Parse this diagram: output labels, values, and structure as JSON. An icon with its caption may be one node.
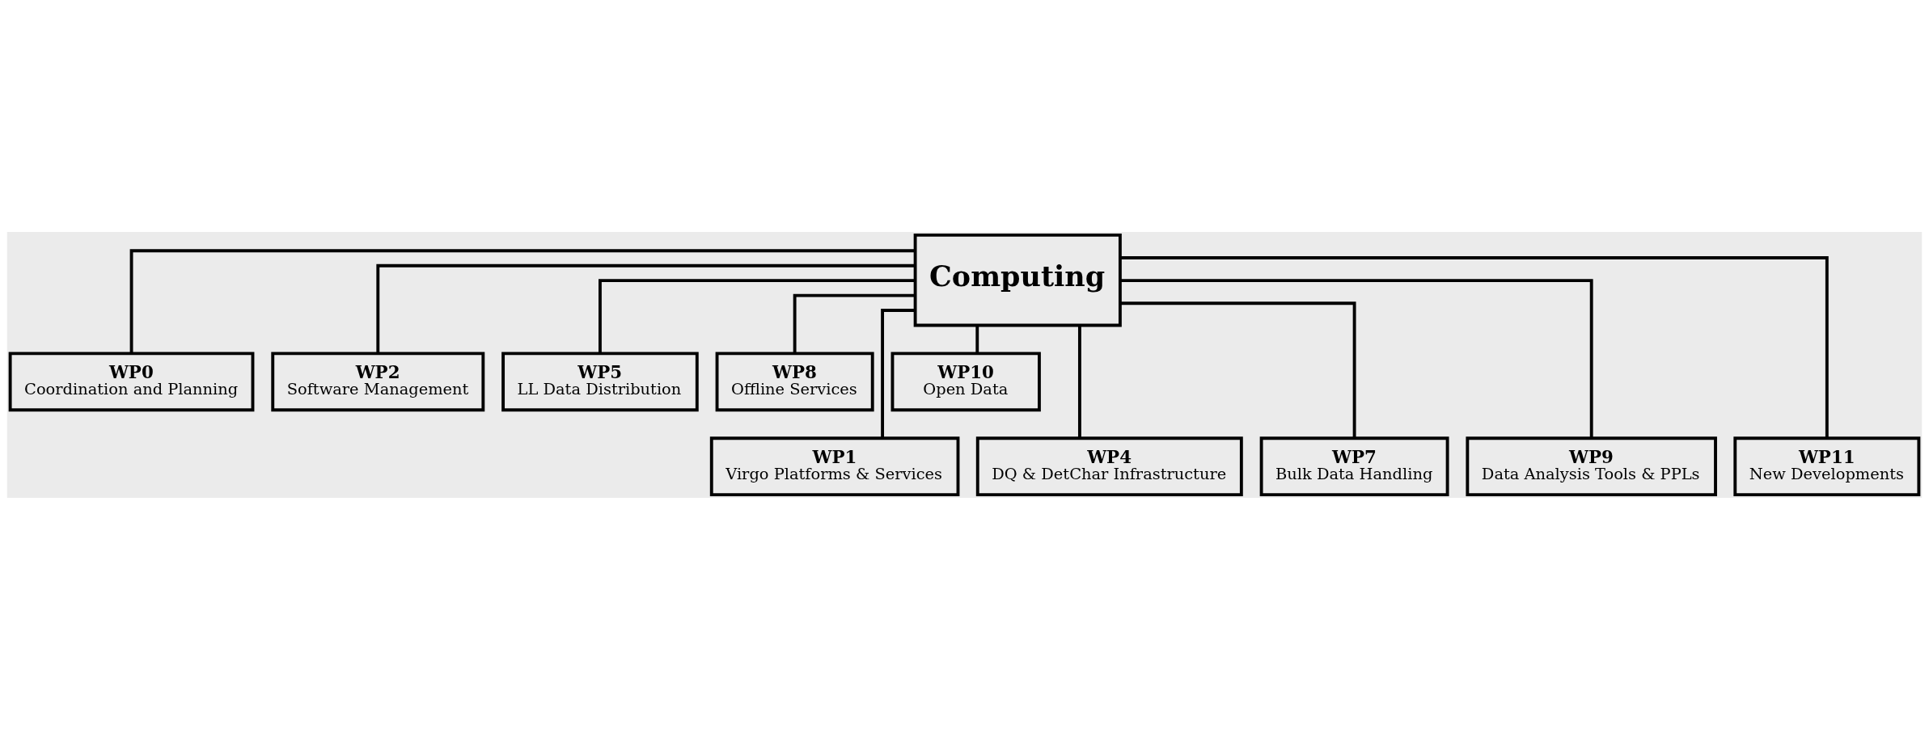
{
  "diagram": {
    "nodes": [
      {
        "text": [
          "Computing"
        ]
      },
      {
        "text": [
          "WP0",
          "Coordination and Planning"
        ]
      },
      {
        "text": [
          "WP2",
          "Software Management"
        ]
      },
      {
        "text": [
          "WP5",
          "LL Data Distribution"
        ]
      },
      {
        "text": [
          "WP8",
          "Offline Services"
        ]
      },
      {
        "text": [
          "WP10",
          "Open Data"
        ]
      },
      {
        "text": [
          "WP1",
          "Virgo Platforms & Services"
        ]
      },
      {
        "text": [
          "WP4",
          "DQ & DetChar Infrastructure"
        ]
      },
      {
        "text": [
          "WP7",
          "Bulk Data Handling"
        ]
      },
      {
        "text": [
          "WP9",
          "Data Analysis Tools & PPLs"
        ]
      },
      {
        "text": [
          "WP11",
          "New Developments"
        ]
      }
    ],
    "edges": [
      {
        "from": 0,
        "to": 1,
        "arrow": "none"
      },
      {
        "from": 0,
        "to": 6,
        "arrow": "none"
      },
      {
        "from": 0,
        "to": 2,
        "arrow": "none"
      },
      {
        "from": 0,
        "to": 7,
        "arrow": "none"
      },
      {
        "from": 0,
        "to": 3,
        "arrow": "none"
      },
      {
        "from": 0,
        "to": 8,
        "arrow": "none"
      },
      {
        "from": 0,
        "to": 4,
        "arrow": "none"
      },
      {
        "from": 0,
        "to": 9,
        "arrow": "none"
      },
      {
        "from": 0,
        "to": 5,
        "arrow": "none"
      },
      {
        "from": 0,
        "to": 10,
        "arrow": "none"
      }
    ]
  }
}
